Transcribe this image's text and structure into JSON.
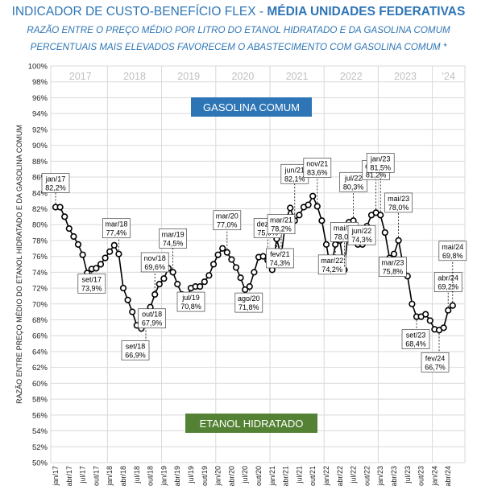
{
  "header": {
    "title_main": "INDICADOR DE CUSTO-BENEFÍCIO FLEX - ",
    "title_bold": "MÉDIA UNIDADES FEDERATIVAS",
    "subtitle1": "RAZÃO ENTRE O PREÇO MÉDIO POR LITRO DO ETANOL HIDRATADO E DA GASOLINA COMUM",
    "subtitle2": "PERCENTUAIS MAIS ELEVADOS FAVORECEM O ABASTECIMENTO COM GASOLINA COMUM *"
  },
  "colors": {
    "line": "#000000",
    "gasolina": "#2e75b6",
    "etanol": "#548235",
    "title": "#2e75b6",
    "year_label": "#c0c0c0",
    "grid": "#d9d9d9"
  },
  "chart_data": {
    "type": "line",
    "ylabel": "RAZÃO ENTRE PREÇO MÉDIO DO ETANOL HIDRATADO E DA GASOLINA COMUM",
    "ylim": [
      50,
      100
    ],
    "y_ticks": [
      "50%",
      "52%",
      "54%",
      "56%",
      "58%",
      "60%",
      "62%",
      "64%",
      "66%",
      "68%",
      "70%",
      "72%",
      "74%",
      "76%",
      "78%",
      "80%",
      "82%",
      "84%",
      "86%",
      "88%",
      "90%",
      "92%",
      "94%",
      "96%",
      "98%",
      "100%"
    ],
    "x_tick_labels": [
      "jan/17",
      "abr/17",
      "jul/17",
      "out/17",
      "jan/18",
      "abr/18",
      "jul/18",
      "out/18",
      "jan/19",
      "abr/19",
      "jul/19",
      "out/19",
      "jan/20",
      "abr/20",
      "jul/20",
      "out/20",
      "jan/21",
      "abr/21",
      "jul/21",
      "out/21",
      "jan/22",
      "abr/22",
      "jul/22",
      "out/22",
      "jan/23",
      "abr/23",
      "jul/23",
      "out/23",
      "jan/24",
      "abr/24"
    ],
    "years": [
      "2017",
      "2018",
      "2019",
      "2020",
      "2021",
      "2022",
      "2023",
      "'24"
    ],
    "bands": [
      "GASOLINA COMUM",
      "ETANOL HIDRATADO"
    ],
    "values": [
      82.2,
      82.2,
      81.0,
      79.5,
      78.5,
      77.5,
      76.2,
      73.9,
      74.4,
      74.5,
      75.0,
      75.8,
      76.6,
      77.4,
      76.3,
      72.0,
      70.5,
      69.0,
      67.3,
      66.9,
      67.9,
      69.6,
      71.2,
      72.5,
      73.2,
      74.5,
      74.0,
      72.5,
      71.2,
      70.8,
      72.0,
      72.2,
      72.2,
      72.8,
      73.6,
      75.0,
      76.2,
      77.0,
      76.5,
      75.6,
      74.6,
      73.3,
      71.8,
      72.2,
      74.0,
      75.9,
      76.0,
      75.5,
      74.3,
      78.2,
      76.0,
      80.5,
      82.1,
      80.5,
      81.2,
      82.2,
      82.5,
      83.6,
      82.3,
      80.5,
      77.5,
      74.2,
      77.5,
      78.0,
      74.3,
      80.3,
      80.5,
      77.5,
      77.5,
      79.8,
      81.2,
      81.5,
      81.2,
      79.0,
      75.8,
      76.3,
      78.0,
      75.0,
      73.5,
      70.0,
      68.4,
      68.4,
      68.7,
      67.9,
      66.8,
      66.7,
      67.0,
      69.2,
      69.8
    ],
    "annotations": [
      {
        "label": "jan/17",
        "value": "82,2%"
      },
      {
        "label": "set/17",
        "value": "73,9%"
      },
      {
        "label": "mar/18",
        "value": "77,4%"
      },
      {
        "label": "set/18",
        "value": "66,9%"
      },
      {
        "label": "out/18",
        "value": "67,9%"
      },
      {
        "label": "nov/18",
        "value": "69,6%"
      },
      {
        "label": "mar/19",
        "value": "74,5%"
      },
      {
        "label": "jul/19",
        "value": "70,8%"
      },
      {
        "label": "mar/20",
        "value": "77,0%"
      },
      {
        "label": "ago/20",
        "value": "71,8%"
      },
      {
        "label": "dez/20",
        "value": "75,9%"
      },
      {
        "label": "fev/21",
        "value": "74,3%"
      },
      {
        "label": "mar/21",
        "value": "78,2%"
      },
      {
        "label": "jun/21",
        "value": "82,1%"
      },
      {
        "label": "nov/21",
        "value": "83,6%"
      },
      {
        "label": "mar/22",
        "value": "74,2%"
      },
      {
        "label": "mai/22",
        "value": "78,0%"
      },
      {
        "label": "jun/22",
        "value": "74,3%"
      },
      {
        "label": "jul/22",
        "value": "80,3%"
      },
      {
        "label": "dez/22",
        "value": "81,2%"
      },
      {
        "label": "jan/23",
        "value": "81,5%"
      },
      {
        "label": "mar/23",
        "value": "75,8%"
      },
      {
        "label": "mai/23",
        "value": "78,0%"
      },
      {
        "label": "set/23",
        "value": "68,4%"
      },
      {
        "label": "fev/24",
        "value": "66,7%"
      },
      {
        "label": "abr/24",
        "value": "69,2%"
      },
      {
        "label": "mai/24",
        "value": "69,8%"
      }
    ]
  }
}
